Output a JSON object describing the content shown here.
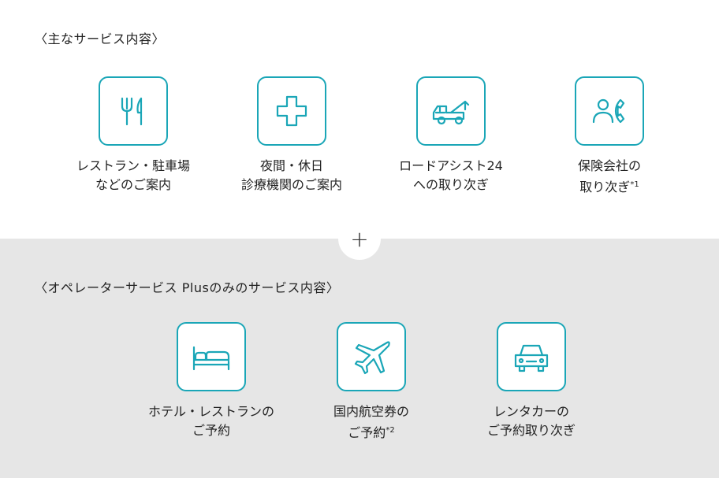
{
  "colors": {
    "accent": "#1aa6b7",
    "bottom_bg": "#e6e6e6"
  },
  "top_section": {
    "heading": "〈主なサービス内容〉",
    "items": [
      {
        "icon": "restaurant-icon",
        "line1": "レストラン・駐車場",
        "line2": "などのご案内",
        "note": ""
      },
      {
        "icon": "medical-cross-icon",
        "line1": "夜間・休日",
        "line2": "診療機関のご案内",
        "note": ""
      },
      {
        "icon": "tow-truck-icon",
        "line1": "ロードアシスト24",
        "line2": "への取り次ぎ",
        "note": ""
      },
      {
        "icon": "person-phone-icon",
        "line1": "保険会社の",
        "line2": "取り次ぎ",
        "note": "*1"
      }
    ]
  },
  "plus_symbol": "+",
  "bottom_section": {
    "heading": "〈オペレーターサービス Plusのみのサービス内容〉",
    "items": [
      {
        "icon": "bed-icon",
        "line1": "ホテル・レストランの",
        "line2": "ご予約",
        "note": ""
      },
      {
        "icon": "airplane-icon",
        "line1": "国内航空券の",
        "line2": "ご予約",
        "note": "*2"
      },
      {
        "icon": "car-icon",
        "line1": "レンタカーの",
        "line2": "ご予約取り次ぎ",
        "note": ""
      }
    ]
  }
}
